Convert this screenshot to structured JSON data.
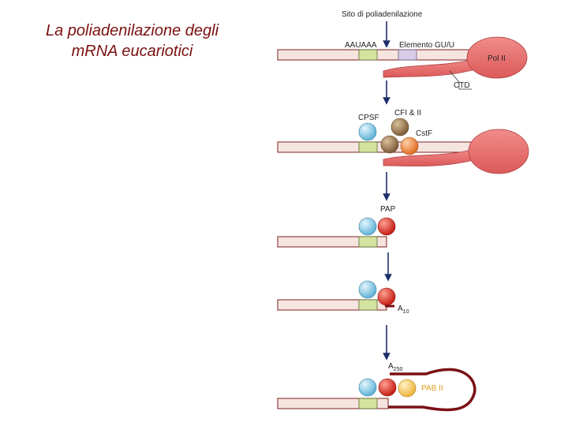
{
  "title": {
    "line1": "La poliadenilazione degli",
    "line2": "mRNA eucariotici"
  },
  "diagram": {
    "site_label": "Sito di poliadenilazione",
    "aauaaa_label": "AAUAAA",
    "gu_label": "Elemento GU/U",
    "pol_label": "Pol II",
    "ctd_label": "CTD",
    "cpsf_label": "CPSF",
    "cf_label": "CFI & II",
    "cstf_label": "CstF",
    "pap_label": "PAP",
    "a10_main": "A",
    "a10_sub": "10",
    "a250_main": "A",
    "a250_sub": "250",
    "pab_label": "PAB II"
  },
  "colors": {
    "title": "#7a1010",
    "rna_fill": "#f6e4e0",
    "rna_stroke": "#7a2020",
    "aauaaa": "#d4e4a0",
    "gu": "#d8cce8",
    "pol": "#e66e6e",
    "arrow": "#1c2f6a",
    "cpsf": "#7fc8e6",
    "cf": "#9c7a50",
    "cstf": "#ee8a44",
    "pap": "#d62b20",
    "pab": "#f2c154",
    "polya": "#7a1016"
  }
}
